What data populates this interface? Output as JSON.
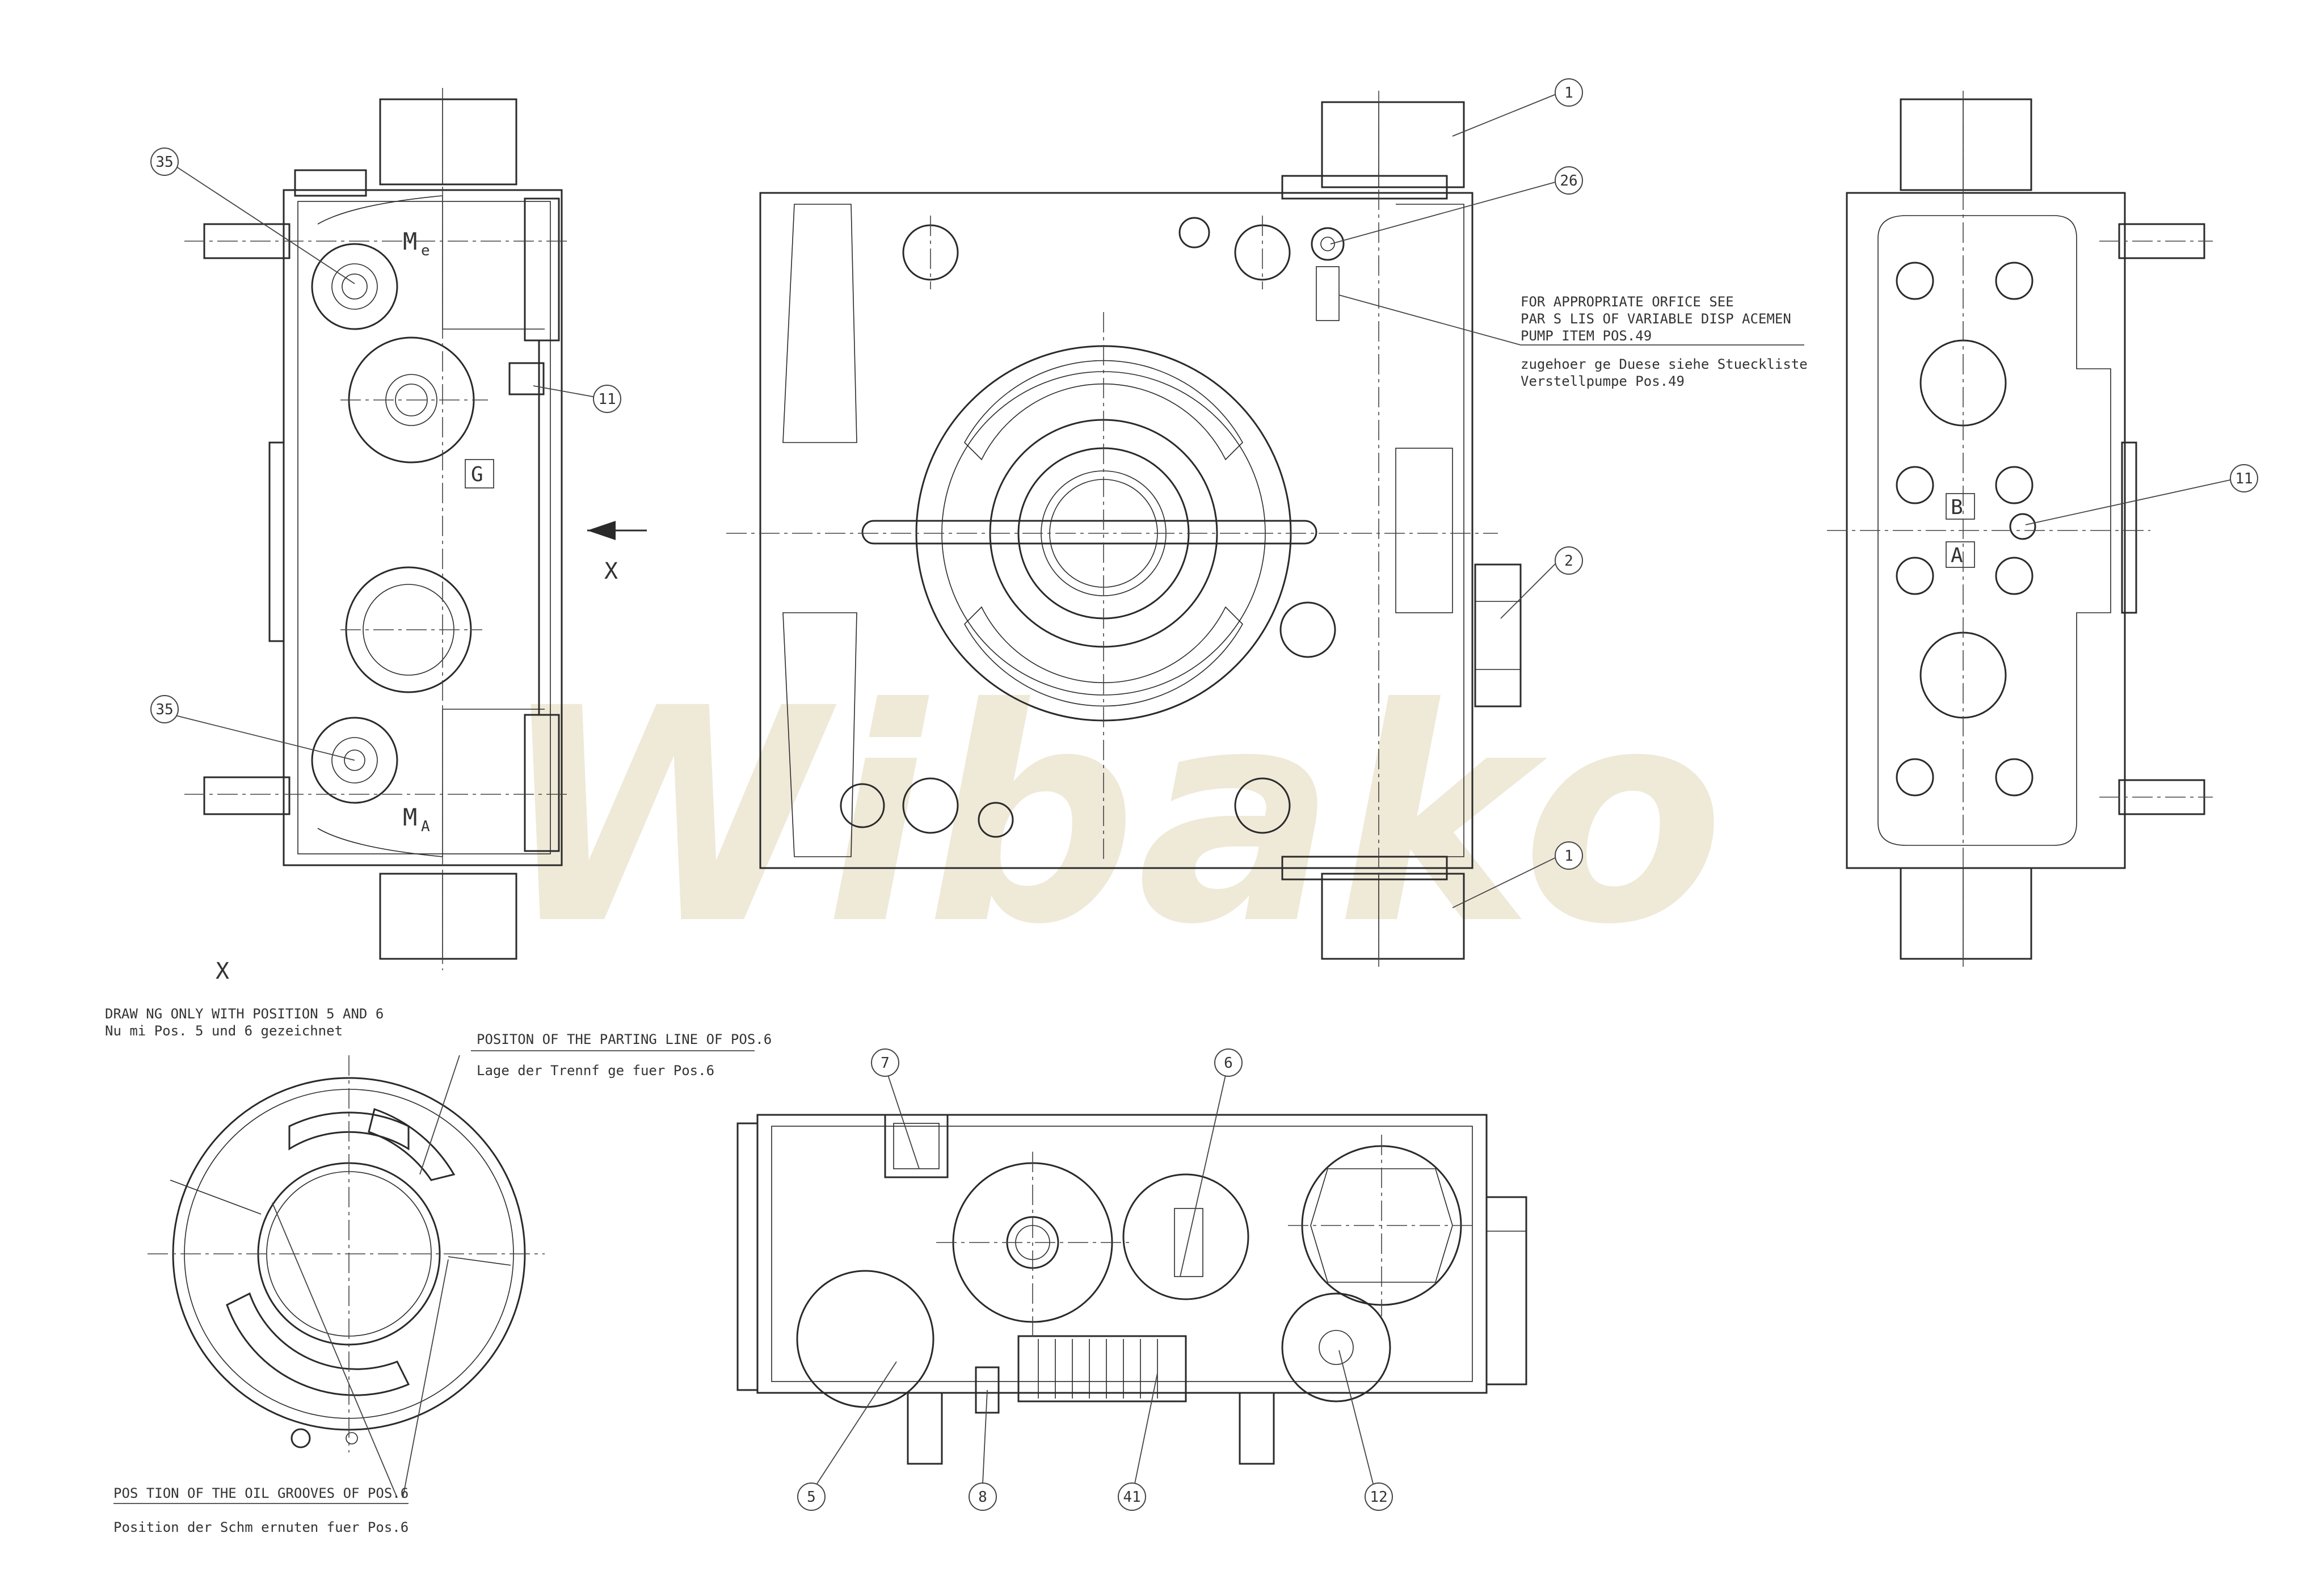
{
  "watermark": {
    "text": "Wibako",
    "color": "#efe9d8"
  },
  "view_marker": "X",
  "section_label": "X",
  "port_labels": {
    "me_main": "M",
    "me_sub": "e",
    "ma_main": "M",
    "ma_sub": "A",
    "g": "G",
    "b": "B",
    "a": "A"
  },
  "balloons": {
    "b35_top": "35",
    "b35_bottom": "35",
    "b11_left": "11",
    "b11_right": "11",
    "b1_top": "1",
    "b26": "26",
    "b2": "2",
    "b1_bottom": "1",
    "b7": "7",
    "b6": "6",
    "b5": "5",
    "b8": "8",
    "b41": "41",
    "b12": "12"
  },
  "notes": {
    "orifice_en_1": "FOR APPROPRIATE ORFICE SEE",
    "orifice_en_2": "PAR S LIS  OF VARIABLE DISP ACEMEN",
    "orifice_en_3": "PUMP ITEM POS.49",
    "orifice_de_1": "zugehoer ge Duese siehe Stueckliste",
    "orifice_de_2": "Verstellpumpe Pos.49",
    "drawing_en": "DRAW NG ONLY WITH POSITION 5 AND 6",
    "drawing_de": "Nu  mi  Pos. 5 und 6 gezeichnet",
    "parting_en": "POSITON OF THE PARTING LINE OF POS.6",
    "parting_de": "Lage der Trennf ge fuer Pos.6",
    "grooves_en": "POS TION OF THE OIL GROOVES OF POS.6",
    "grooves_de": "Position der Schm ernuten fuer Pos.6"
  }
}
